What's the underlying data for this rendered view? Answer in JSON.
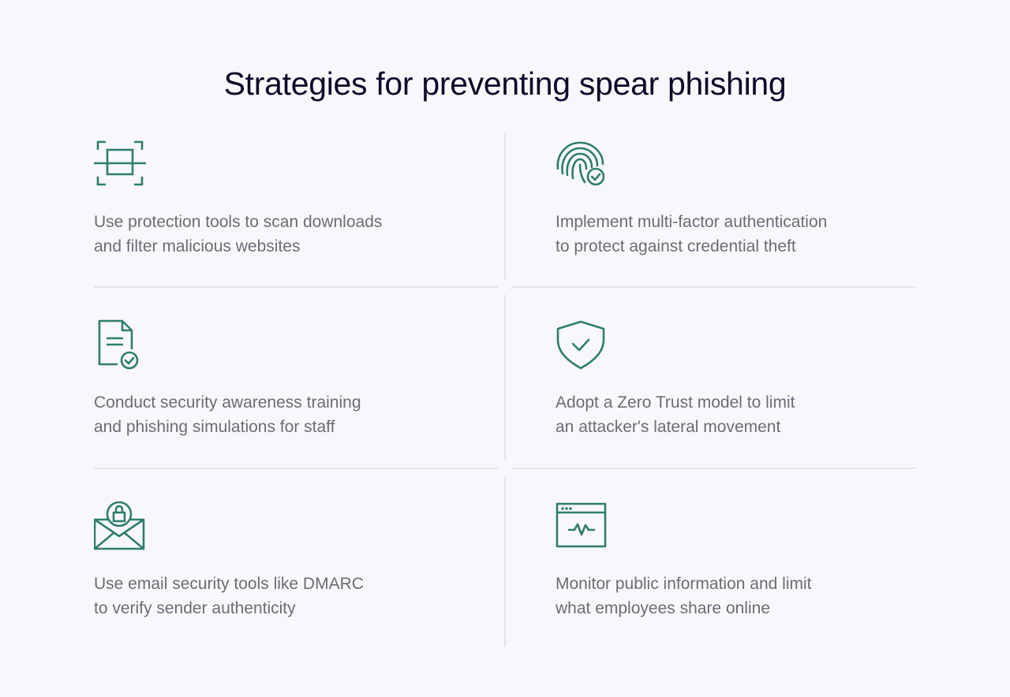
{
  "page": {
    "title": "Strategies for preventing spear phishing",
    "accent_color": "#2e7d6e",
    "background_color": "#f8f8fc",
    "divider_color": "#e3e3ea"
  },
  "strategies": [
    {
      "icon": "scan-icon",
      "lines": [
        "Use protection tools to scan downloads",
        "and filter malicious websites"
      ]
    },
    {
      "icon": "fingerprint-check-icon",
      "lines": [
        "Implement multi-factor authentication",
        "to protect against credential theft"
      ]
    },
    {
      "icon": "document-check-icon",
      "lines": [
        "Conduct security awareness training",
        "and phishing simulations for staff"
      ]
    },
    {
      "icon": "shield-check-icon",
      "lines": [
        "Adopt a Zero Trust model to limit",
        "an attacker's lateral movement"
      ]
    },
    {
      "icon": "email-lock-icon",
      "lines": [
        "Use email security tools like DMARC",
        "to verify sender authenticity"
      ]
    },
    {
      "icon": "browser-monitor-icon",
      "lines": [
        "Monitor public information and limit",
        "what employees share online"
      ]
    }
  ]
}
